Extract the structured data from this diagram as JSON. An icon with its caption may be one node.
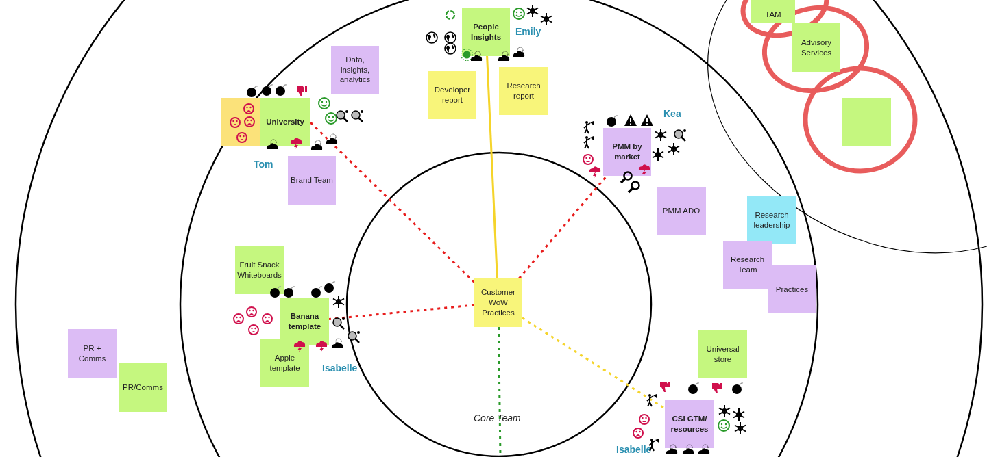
{
  "diagram": {
    "nodes": [
      {
        "text": [
          "TAM"
        ]
      },
      {
        "text": [
          "People Insights"
        ],
        "beside": [
          "Emily"
        ]
      },
      {
        "text": [
          "Advisory Services"
        ]
      },
      {
        "text": [
          "Data, insights, analytics"
        ]
      },
      {
        "text": [
          "Developer report"
        ]
      },
      {
        "text": [
          "Research report"
        ]
      },
      {
        "text": [],
        "shape": "box"
      },
      {
        "text": [],
        "shape": "box"
      },
      {
        "text": [
          "University"
        ],
        "beside": [
          "Tom"
        ]
      },
      {
        "text": [
          "PMM by market"
        ],
        "beside": [
          "Kea"
        ]
      },
      {
        "text": [
          "Brand Team"
        ]
      },
      {
        "text": [
          "PMM ADO"
        ]
      },
      {
        "text": [
          "Research leadership"
        ]
      },
      {
        "text": [
          "Research Team"
        ]
      },
      {
        "text": [
          "Fruit Snack Whiteboards"
        ]
      },
      {
        "text": [
          "Practices"
        ]
      },
      {
        "text": [
          "Customer WoW Practices"
        ]
      },
      {
        "text": [
          "Banana template"
        ],
        "beside": [
          "Isabelle"
        ]
      },
      {
        "text": [
          "PR + Comms"
        ]
      },
      {
        "text": [
          "Universal store"
        ]
      },
      {
        "text": [
          "Apple template"
        ]
      },
      {
        "text": [
          "PR/Comms"
        ]
      },
      {
        "text": [
          "CSI GTM/ resources"
        ],
        "beside": [
          "Isabelle"
        ]
      }
    ],
    "edges": [
      {
        "from": 16,
        "to": 1,
        "arrow": "none",
        "color": "#f5d42a"
      },
      {
        "from": 16,
        "to": 9,
        "arrow": "none",
        "style": "dashed",
        "color": "#e81c1c"
      },
      {
        "from": 16,
        "to": 22,
        "arrow": "none",
        "style": "dashed",
        "color": "#f5d42a"
      },
      {
        "from": 16,
        "to": 17,
        "arrow": "none",
        "style": "dashed",
        "color": "#e81c1c"
      },
      {
        "from": 16,
        "to": 8,
        "arrow": "none",
        "style": "dashed",
        "color": "#e81c1c"
      },
      {
        "from": 16,
        "to": null,
        "arrow": "none",
        "style": "dashed",
        "color": "#2a9a2a"
      }
    ],
    "labels": [
      "Core Team"
    ]
  }
}
